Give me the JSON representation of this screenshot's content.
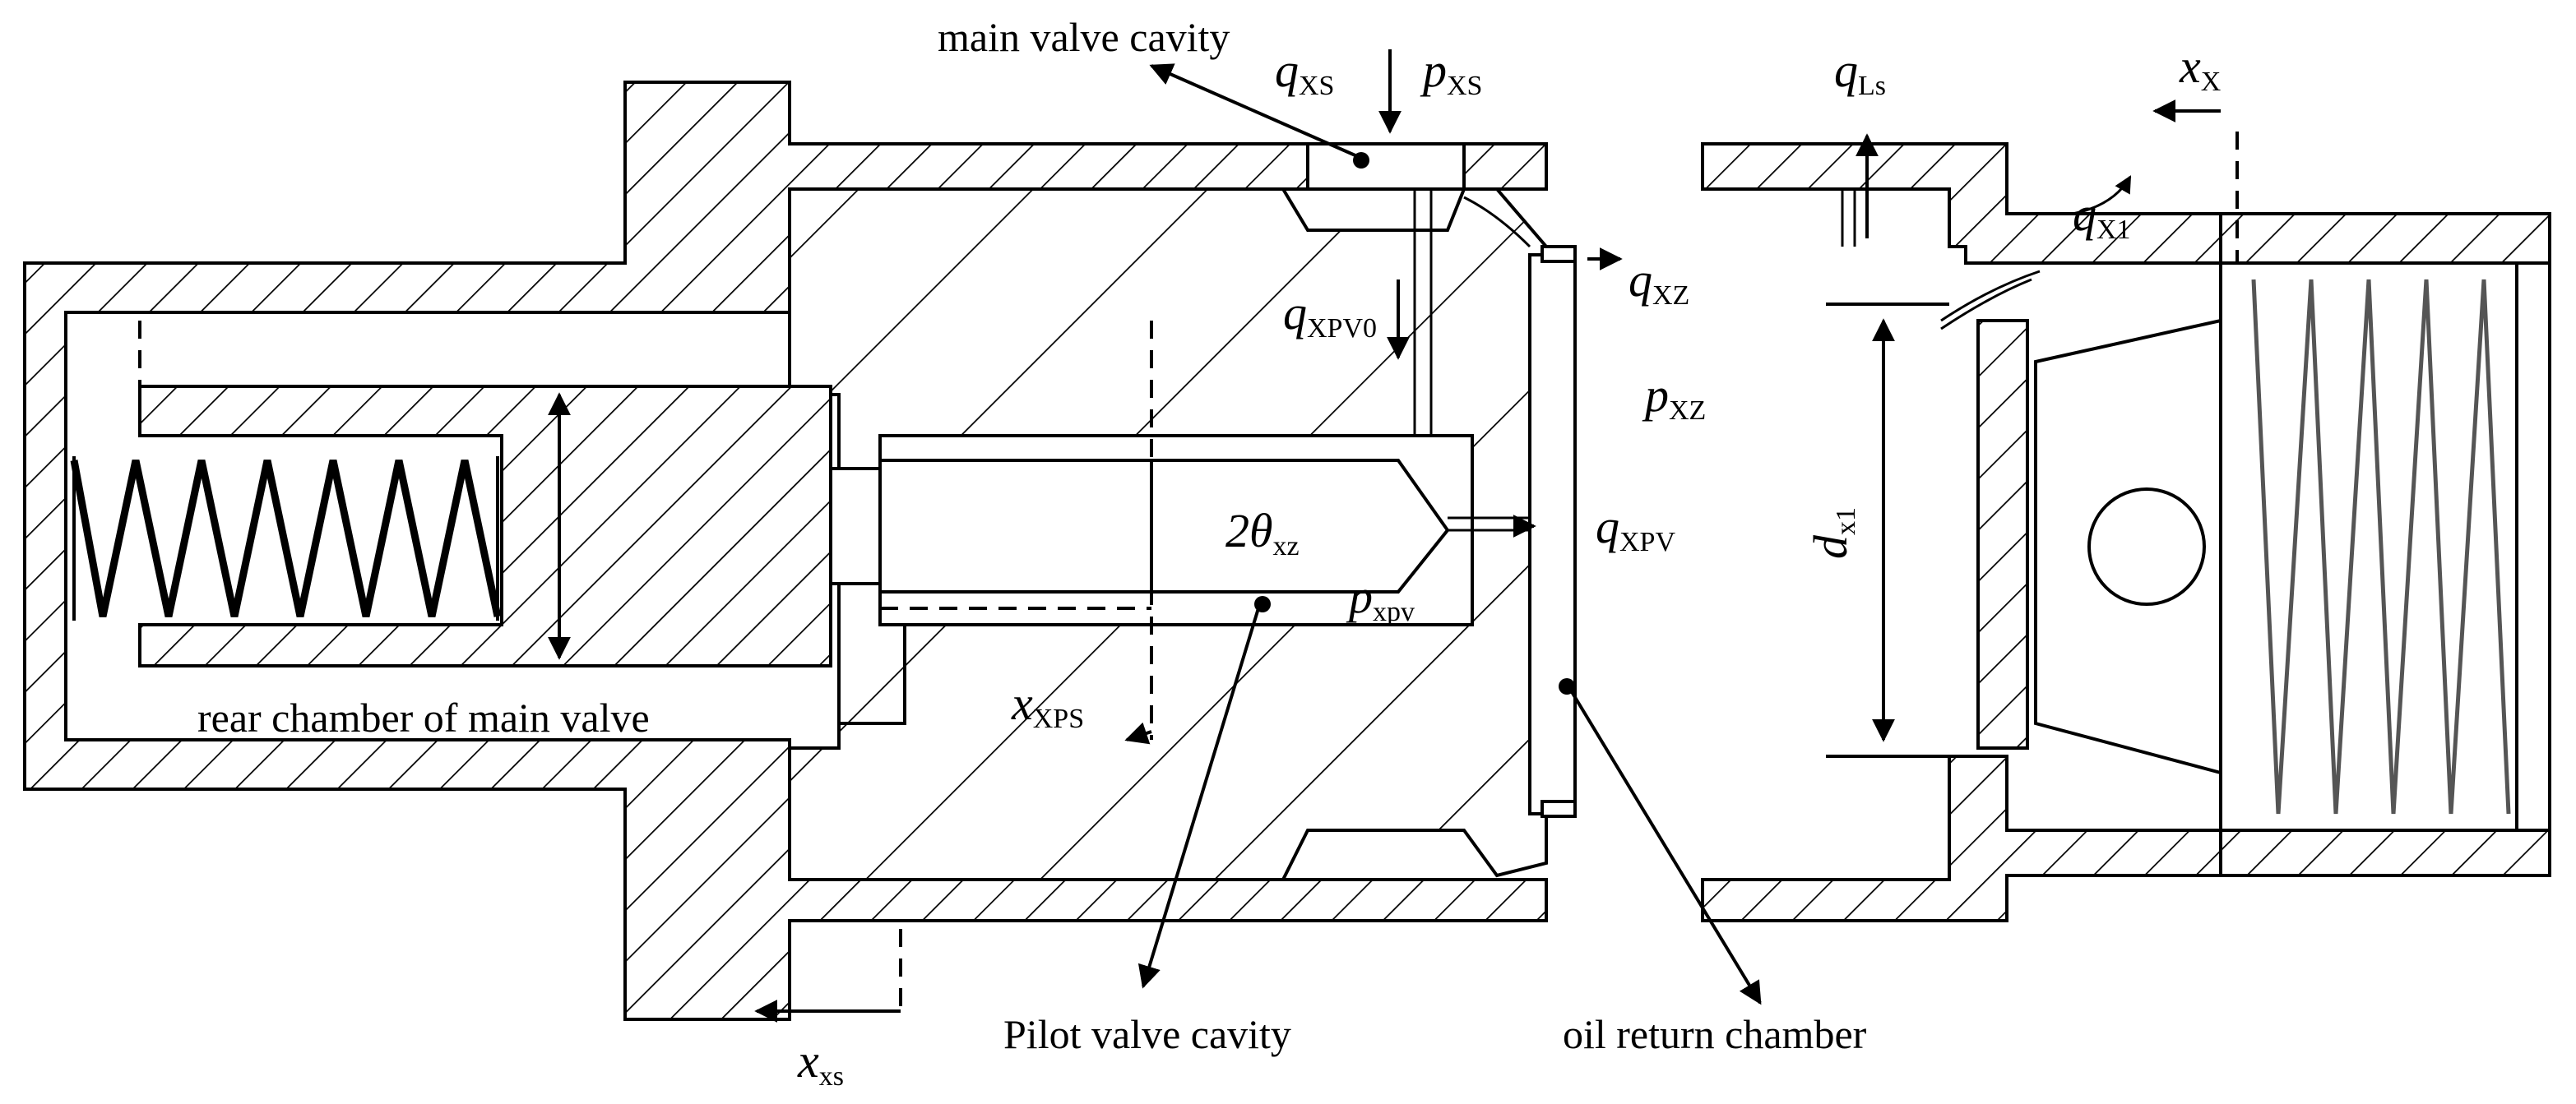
{
  "labels": {
    "main_valve_cavity": "main valve cavity",
    "rear_chamber": "rear chamber of main valve",
    "pilot_valve_cavity": "Pilot valve cavity",
    "oil_return_chamber": "oil return chamber"
  },
  "symbols": {
    "q_xs": {
      "base": "q",
      "sub": "XS"
    },
    "p_xs": {
      "base": "p",
      "sub": "XS"
    },
    "q_ls": {
      "base": "q",
      "sub": "Ls"
    },
    "x_x": {
      "base": "x",
      "sub": "X"
    },
    "q_x1": {
      "base": "q",
      "sub": "X1"
    },
    "q_xz": {
      "base": "q",
      "sub": "XZ"
    },
    "q_xpv0": {
      "base": "q",
      "sub": "XPV0"
    },
    "p_xz": {
      "base": "p",
      "sub": "XZ"
    },
    "theta": {
      "base": "2θ",
      "sub": "xz"
    },
    "q_xpv": {
      "base": "q",
      "sub": "XPV"
    },
    "p_xpv": {
      "base": "p",
      "sub": "xpv"
    },
    "d_x1": {
      "base": "d",
      "sub": "x1"
    },
    "x_xps": {
      "base": "x",
      "sub": "XPS"
    },
    "x_xs": {
      "base": "x",
      "sub": "xs"
    }
  },
  "colors": {
    "ink": "#000000",
    "paper": "#ffffff"
  }
}
